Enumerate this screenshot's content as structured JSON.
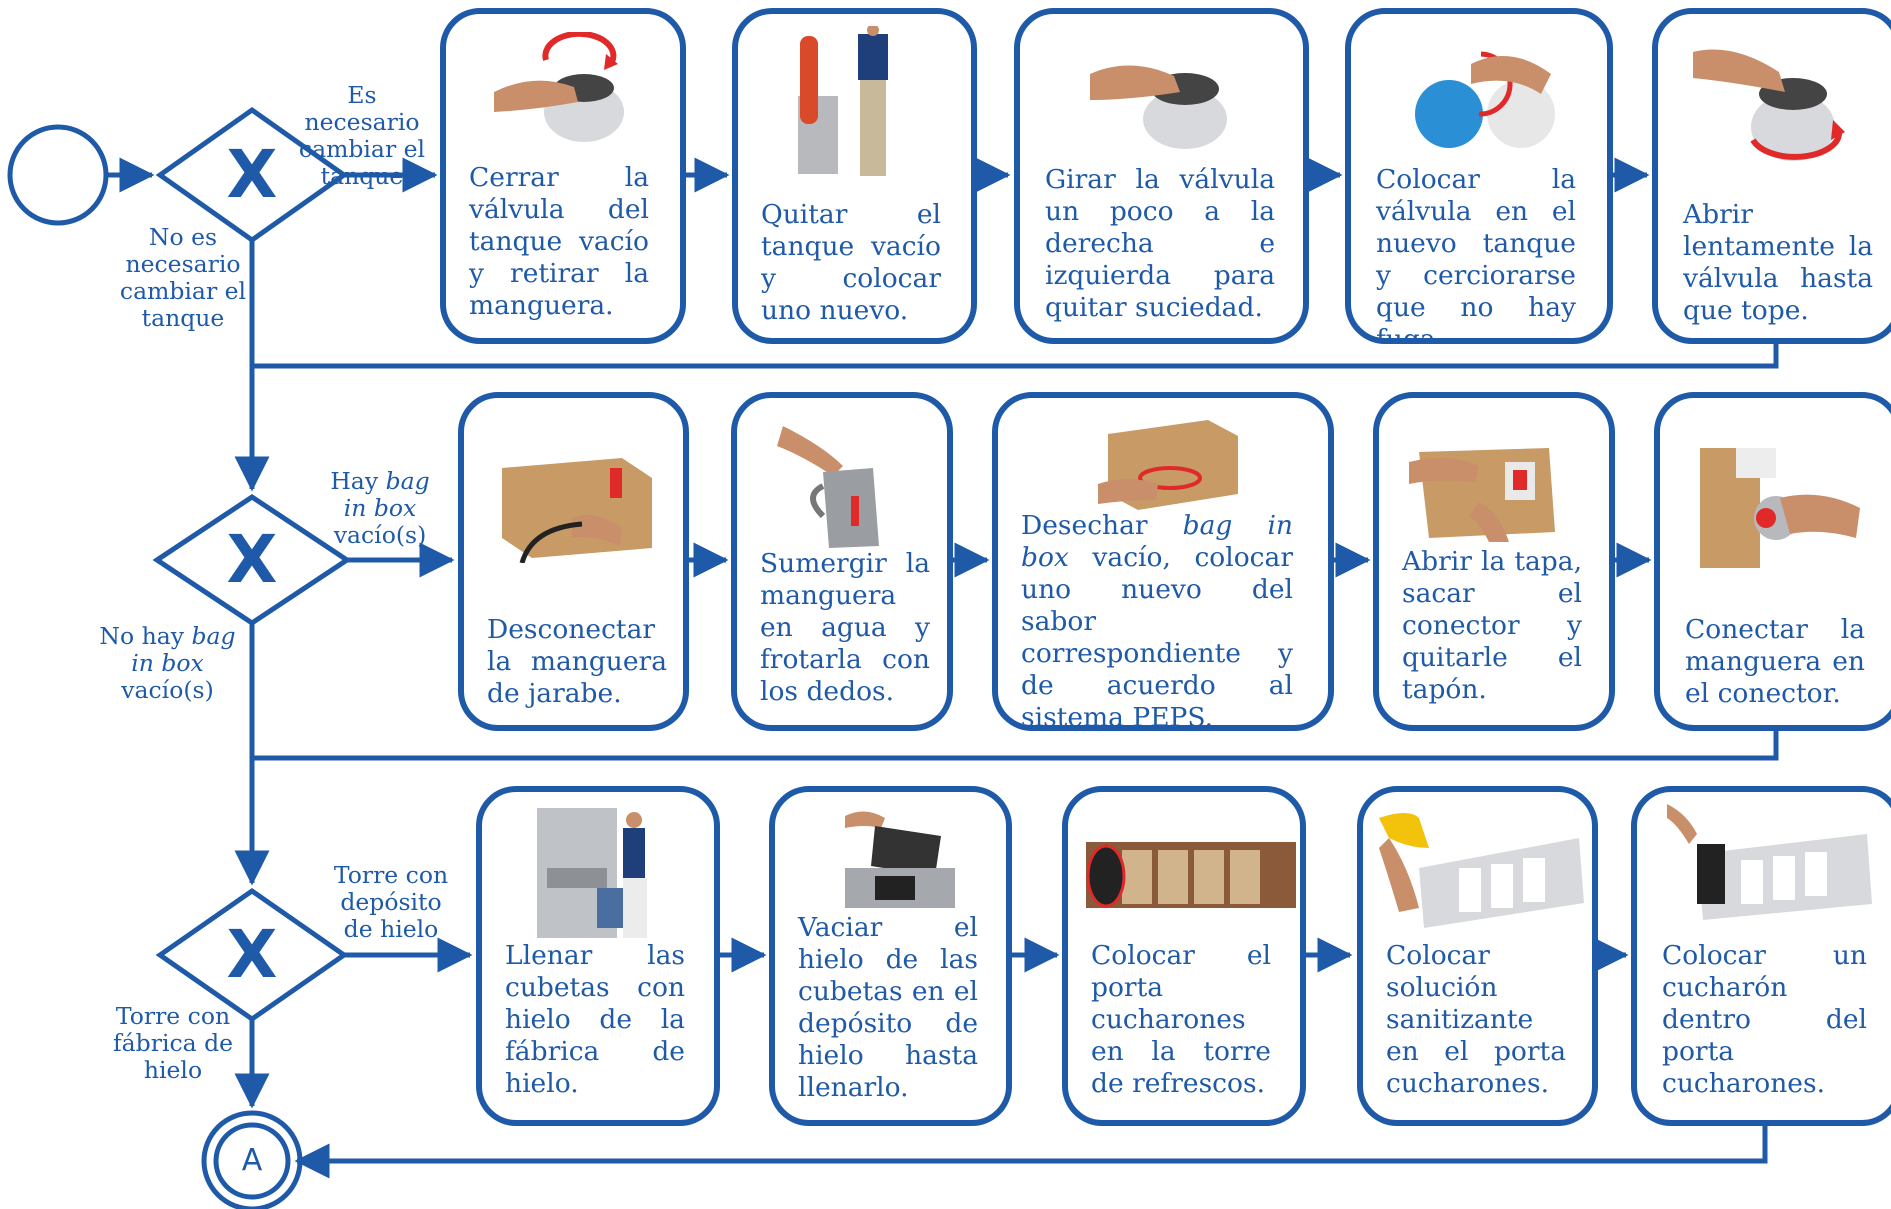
{
  "colors": {
    "line": "#1f5aa8",
    "text": "#1f5aa8",
    "arrow_red": "#e02a2a",
    "tank_red": "#d94a2a",
    "box_brown": "#c79a66",
    "metal": "#b7b9bd",
    "skin": "#c98f6a"
  },
  "gateways": [
    {
      "symbol": "X",
      "yes_label": "Es necesario cambiar el tanque",
      "no_label": "No es necesario cambiar el tanque"
    },
    {
      "symbol": "X",
      "yes_label_parts": [
        "Hay ",
        "bag in box",
        " vacío(s)"
      ],
      "no_label_parts": [
        "No hay ",
        "bag in box",
        " vacío(s)"
      ]
    },
    {
      "symbol": "X",
      "yes_label": "Torre con depósito de hielo",
      "no_label": "Torre con fábrica de hielo"
    }
  ],
  "end_event": {
    "label": "A"
  },
  "rows": [
    {
      "tasks": [
        {
          "text": "Cerrar la válvula del tanque vacío y retirar la manguera.",
          "icon": "hand-closing-valve-icon"
        },
        {
          "text": "Quitar el tanque vacío y colocar uno nuevo.",
          "icon": "worker-swapping-tank-icon"
        },
        {
          "text": "Girar la válvula un poco a la derecha e izquierda para quitar suciedad.",
          "icon": "hand-turning-valve-icon"
        },
        {
          "text": "Colocar la válvula en el nuevo tanque y cerciorarse que no hay fuga.",
          "icon": "valve-on-new-tank-icon"
        },
        {
          "text": "Abrir lentamente la válvula hasta que tope.",
          "icon": "hand-opening-valve-icon"
        }
      ]
    },
    {
      "tasks": [
        {
          "text": "Desconectar la manguera de jarabe.",
          "icon": "hose-disconnect-box-icon"
        },
        {
          "text": "Sumergir la manguera en agua y frotarla con los dedos.",
          "icon": "pitcher-water-icon"
        },
        {
          "text_parts": [
            "Desechar ",
            "bag in box",
            " vacío, colocar uno nuevo del sabor correspondiente y de acuerdo al sistema PEPS."
          ],
          "icon": "bag-in-box-icon"
        },
        {
          "text": "Abrir la tapa, sacar el conector y quitarle el tapón.",
          "icon": "box-connector-icon"
        },
        {
          "text": "Conectar la manguera en el conector.",
          "icon": "hose-connector-icon"
        }
      ]
    },
    {
      "tasks": [
        {
          "text": "Llenar las cubetas con hielo de la fábrica de hielo.",
          "icon": "ice-machine-worker-icon"
        },
        {
          "text": "Vaciar el hielo de las cubetas en el depósito de hielo hasta llenarlo.",
          "icon": "ice-bucket-pour-icon"
        },
        {
          "text": "Colocar el porta cucharones en la torre de refrescos.",
          "icon": "scoop-holder-icon"
        },
        {
          "text": "Colocar solución sanitizante en el porta cucharones.",
          "icon": "sanitizer-pour-icon"
        },
        {
          "text": "Colocar un cucharón dentro del porta cucharones.",
          "icon": "scoop-in-holder-icon"
        }
      ]
    }
  ]
}
